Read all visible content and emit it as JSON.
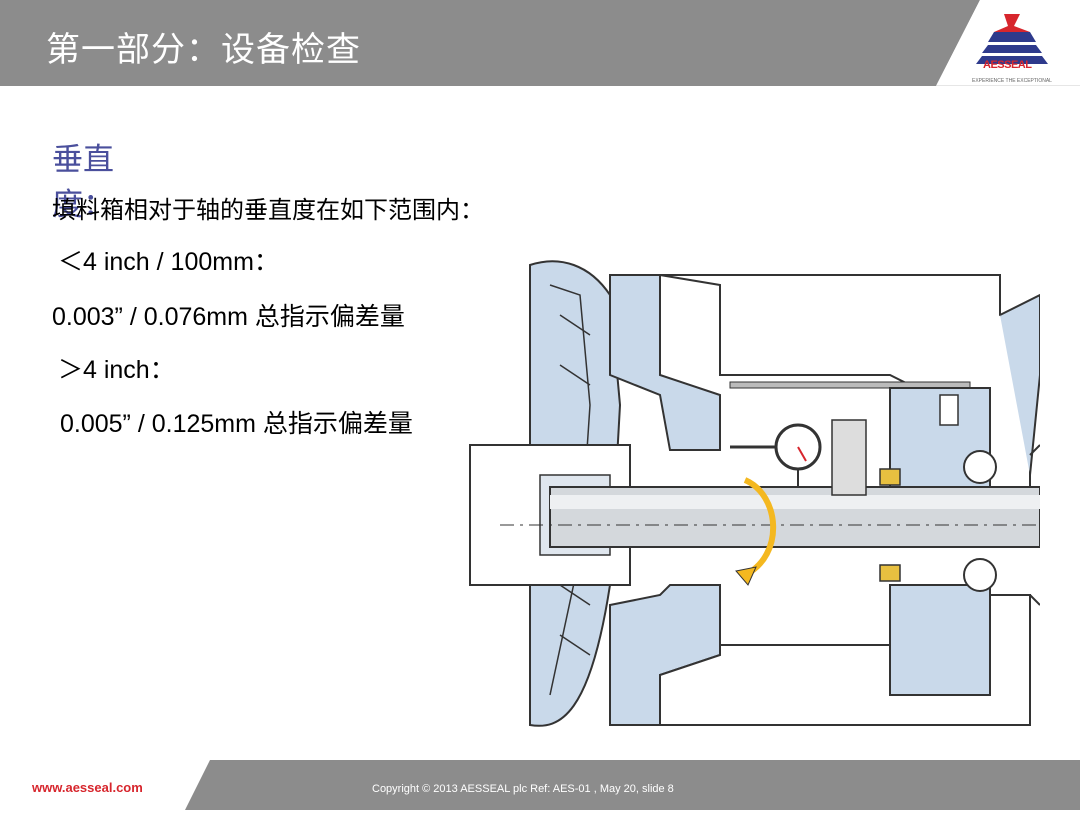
{
  "header": {
    "title": "第一部分：设备检查",
    "logo_brand": "AESSEAL",
    "logo_tagline": "EXPERIENCE THE EXCEPTIONAL",
    "bar_color": "#8c8c8c",
    "accent_color": "#d7262d"
  },
  "content": {
    "heading": "垂直度：",
    "lines": [
      "填料箱相对于轴的垂直度在如下范围内：",
      "＜4 inch / 100mm：",
      "0.003” / 0.076mm 总指示偏差量",
      "＞4 inch：",
      "0.005” / 0.125mm 总指示偏差量"
    ]
  },
  "diagram": {
    "icon": "pump-shaft-dial-indicator-illustration"
  },
  "footer": {
    "url": "www.aesseal.com",
    "copyright": "Copyright © 2013 AESSEAL plc Ref: AES-01 , May 20, slide 8"
  }
}
